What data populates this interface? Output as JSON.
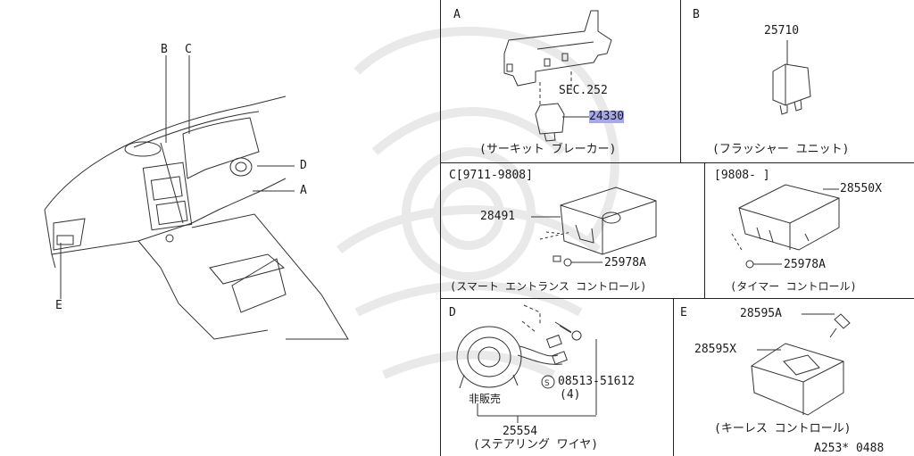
{
  "overview": {
    "callouts": {
      "b": "B",
      "c": "C",
      "d": "D",
      "a": "A",
      "e": "E"
    }
  },
  "panel_a": {
    "letter": "A",
    "sec": "SEC.252",
    "part": "24330",
    "caption": "(サーキット ブレーカー)"
  },
  "panel_b": {
    "letter": "B",
    "part": "25710",
    "caption": "(フラッシャー ユニット)"
  },
  "panel_c1": {
    "letter": "C[9711-9808]",
    "part_main": "28491",
    "part_bolt": "25978A",
    "caption": "(スマート エントランス コントロール)"
  },
  "panel_c2": {
    "range": "[9808-    ]",
    "part_main": "28550X",
    "part_bolt": "25978A",
    "caption": "(タイマー コントロール)"
  },
  "panel_d": {
    "letter": "D",
    "screw": "08513-51612",
    "qty": "(4)",
    "not_sold": "非販売",
    "part": "25554",
    "caption": "(ステアリング ワイヤ)"
  },
  "panel_e": {
    "letter": "E",
    "part_bolt": "28595A",
    "part_main": "28595X",
    "caption": "(キーレス コントロール)"
  },
  "footer": {
    "code": "A253* 0488"
  }
}
